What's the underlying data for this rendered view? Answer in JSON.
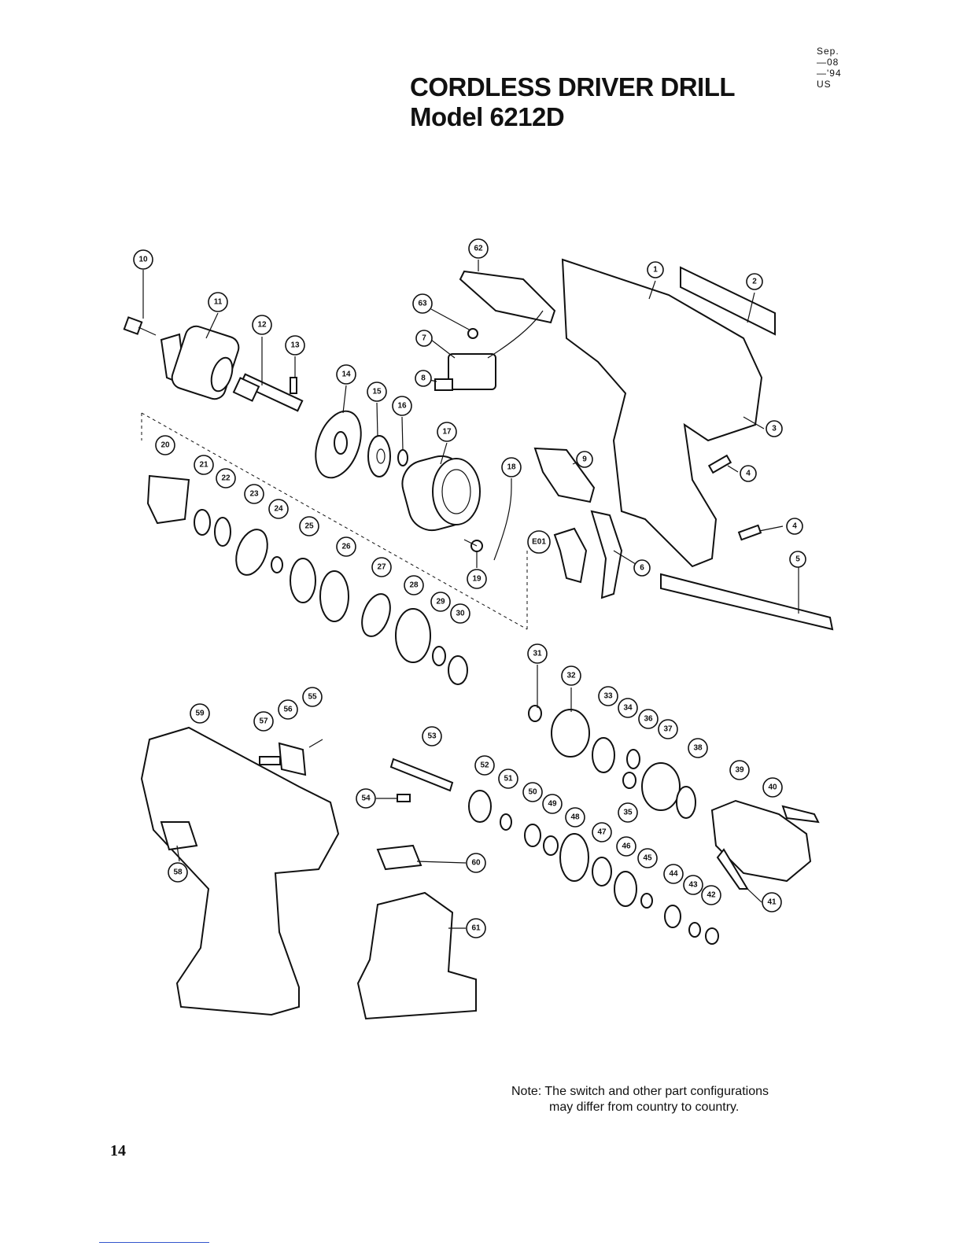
{
  "header": {
    "date_code": "Sep.—08—'94 US",
    "title_line1": "CORDLESS DRIVER DRILL",
    "title_line2": "Model 6212D"
  },
  "callouts": [
    "1",
    "2",
    "3",
    "4",
    "4",
    "5",
    "6",
    "7",
    "8",
    "9",
    "10",
    "11",
    "12",
    "13",
    "14",
    "15",
    "16",
    "17",
    "18",
    "19",
    "20",
    "21",
    "22",
    "23",
    "24",
    "25",
    "26",
    "27",
    "28",
    "29",
    "30",
    "31",
    "32",
    "33",
    "34",
    "35",
    "36",
    "37",
    "38",
    "39",
    "40",
    "41",
    "42",
    "43",
    "44",
    "45",
    "46",
    "47",
    "48",
    "49",
    "50",
    "51",
    "52",
    "53",
    "54",
    "55",
    "56",
    "57",
    "58",
    "59",
    "60",
    "61",
    "62",
    "63",
    "E01"
  ],
  "note": {
    "line1": "Note: The switch and other part configurations",
    "line2": "may differ from country to country."
  },
  "page_number": "14"
}
